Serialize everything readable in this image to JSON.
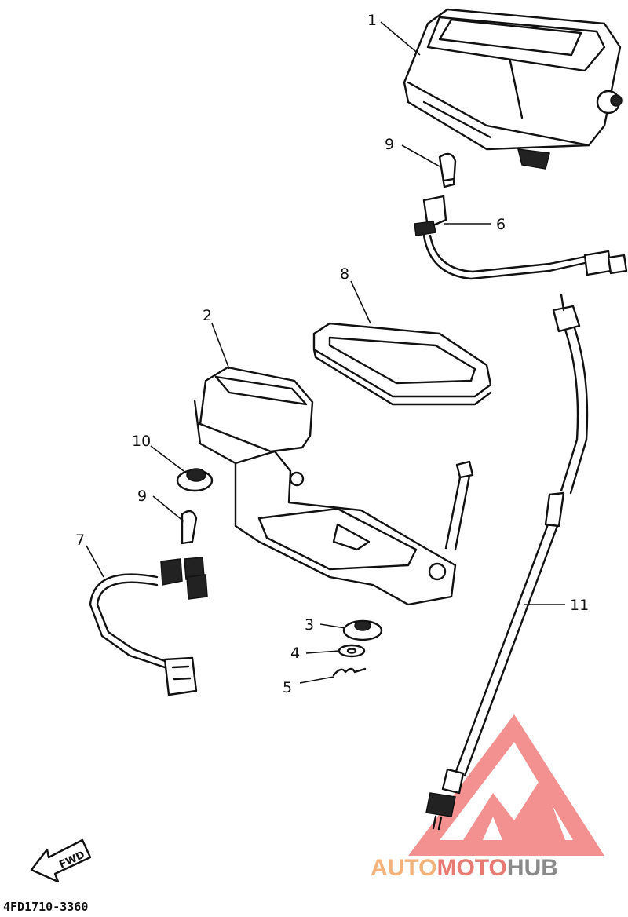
{
  "callouts": {
    "c1": "1",
    "c2": "2",
    "c3": "3",
    "c4": "4",
    "c5": "5",
    "c6": "6",
    "c7": "7",
    "c8": "8",
    "c9a": "9",
    "c9b": "9",
    "c10": "10",
    "c11": "11"
  },
  "fwd_label": "FWD",
  "diagram_code": "4FD1710-3360",
  "watermark": {
    "part1": "AUTO",
    "part2": "MOTO",
    "part3": "HUB",
    "colors": {
      "auto": "#f2b27a",
      "moto": "#e87a74",
      "hub": "#8a8a8a",
      "logo": "#ef6b6b"
    }
  }
}
